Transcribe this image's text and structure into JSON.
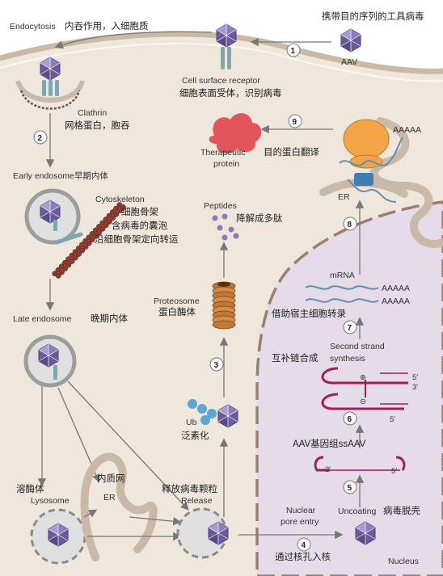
{
  "labels": {
    "aav_carrier_zh": "携带目的序列的工具病毒",
    "aav": "AAV",
    "endocytosis_en": "Endocytosis",
    "endocytosis_zh": "内吞作用，入细胞质",
    "receptor_en": "Cell surface receptor",
    "receptor_zh": "细胞表面受体，识别病毒",
    "clathrin_en": "Clathrin",
    "clathrin_zh": "网格蛋白，胞吞",
    "early_endosome": "Early endosome早期内体",
    "cytoskeleton_en": "Cytoskeleton",
    "cytoskeleton_zh": "细胞骨架",
    "vesicle_zh": "含病毒的囊泡",
    "transport_zh": "沿细胞骨架定向转运",
    "late_endosome_en": "Late endosome",
    "late_endosome_zh": "晚期内体",
    "lysosome_zh": "溶酶体",
    "lysosome_en": "Lysosome",
    "er_zh": "内质网",
    "er": "ER",
    "release_zh": "释放病毒颗粒",
    "release_en": "Release",
    "ub": "Ub",
    "ub_zh": "泛素化",
    "proteasome_en": "Proteosome",
    "proteasome_zh": "蛋白酶体",
    "peptides_en": "Peptides",
    "peptides_zh": "降解成多肽",
    "therapeutic_en_1": "Therapeutic",
    "therapeutic_en_2": "protein",
    "translation_zh": "目的蛋白翻译",
    "polya": "AAAAA",
    "er_right": "ER",
    "mrna": "mRNA",
    "transcription_zh": "借助宿主细胞转录",
    "second_strand_1": "Second strand",
    "second_strand_zh": "互补链合成",
    "second_strand_2": "synthesis",
    "ssaav_zh": "AAV基因组ssAAV",
    "three_prime": "3′",
    "five_prime": "5′",
    "plus": "⊕",
    "minus": "⊖",
    "uncoating_en": "Uncoating",
    "uncoating_zh": "病毒脱壳",
    "nuclear_en_1": "Nuclear",
    "nuclear_en_2": "pore entry",
    "nuclear_zh": "通过核孔入核",
    "nucleus": "Nucleus"
  },
  "steps": [
    "1",
    "2",
    "3",
    "4",
    "5",
    "6",
    "7",
    "8",
    "9"
  ],
  "colors": {
    "cytoplasm": "#efe6dc",
    "membrane": "#c9b9a6",
    "capsid": "#6b5a9a",
    "capsid_light": "#b7aedb",
    "receptor": "#7fa6b0",
    "protein": "#e4555b",
    "proteasome": "#c0793a",
    "ribosome": "#f2a447",
    "rna": "#5e8fb8",
    "dna_red": "#a31c5a",
    "cytoskeleton": "#8a3b2e",
    "ub": "#5aa7d6"
  }
}
